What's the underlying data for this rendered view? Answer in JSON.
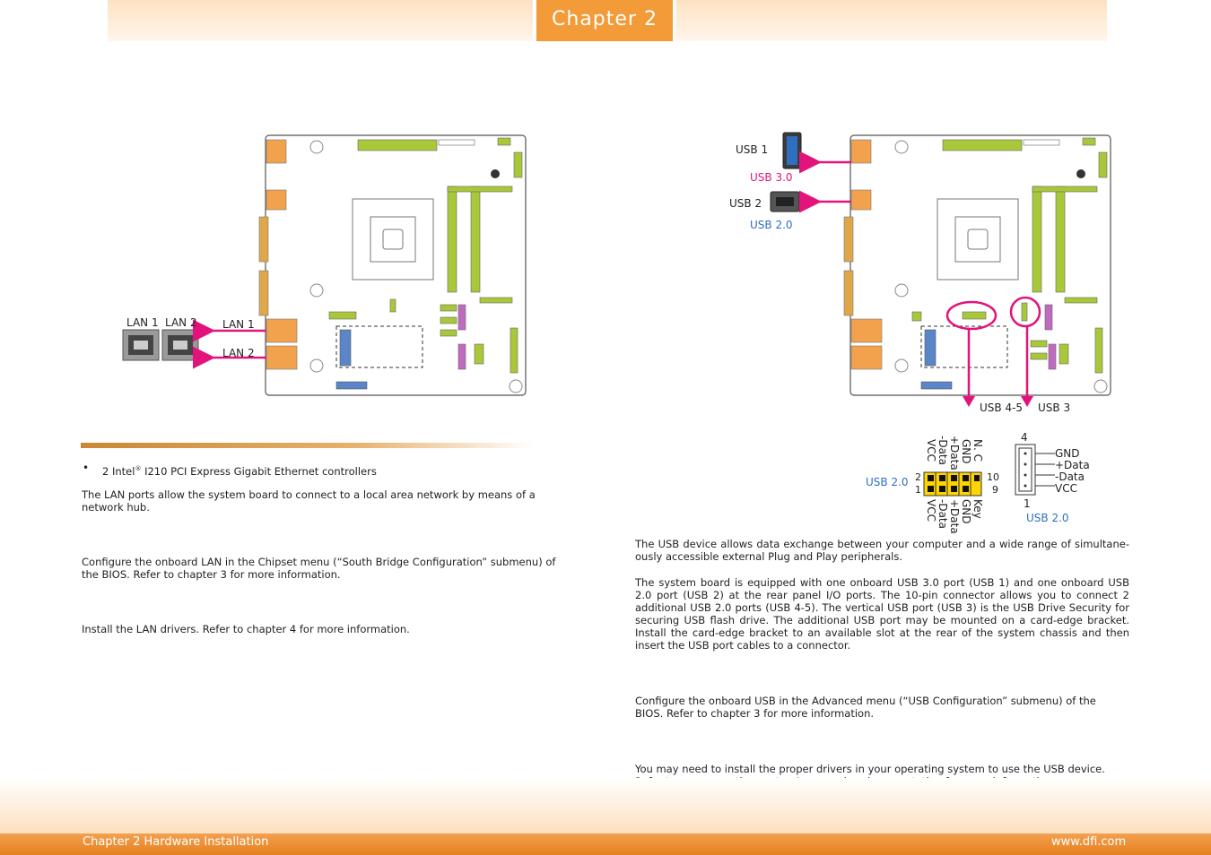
{
  "header": {
    "chapter_tab": "Chapter 2"
  },
  "left": {
    "connector_labels": {
      "lan1_port": "LAN 1",
      "lan2_port": "LAN 2",
      "lan1_arrow": "LAN 1",
      "lan2_arrow": "LAN 2"
    },
    "bullet": {
      "prefix": "2 Intel",
      "reg": "®",
      "suffix": " I210 PCI Express Gigabit Ethernet controllers"
    },
    "paragraphs": [
      "The LAN ports allow the system board to connect to a local area network by means of a network hub.",
      "Configure the onboard LAN in the Chipset menu (“South Bridge Configuration” submenu) of the BIOS. Refer to chapter 3 for more information.",
      "Install the LAN drivers. Refer to chapter 4 for more information."
    ]
  },
  "right": {
    "usb_labels": {
      "usb1": "USB 1",
      "usb1_type": "USB 3.0",
      "usb2": "USB 2",
      "usb2_type": "USB 2.0",
      "usb45": "USB 4-5",
      "usb3": "USB 3"
    },
    "header_10pin": {
      "type_label": "USB 2.0",
      "pin_2": "2",
      "pin_1": "1",
      "pin_10": "10",
      "pin_9": "9",
      "top_pins": [
        "N. C",
        "GND",
        "+Data",
        "-Data",
        "VCC"
      ],
      "bottom_pins": [
        "Key",
        "GND",
        "+Data",
        "-Data",
        "VCC"
      ]
    },
    "vertical_usb": {
      "type_label": "USB 2.0",
      "pin_4": "4",
      "pin_1": "1",
      "pins": [
        "GND",
        "+Data",
        "-Data",
        "VCC"
      ]
    },
    "paragraphs": [
      "The USB device allows data exchange between your computer and a wide range of simultane-ously accessible external Plug and Play peripherals.",
      "The system board is equipped with one onboard USB 3.0 port (USB 1) and one onboard USB 2.0 port (USB 2) at the rear panel I/O ports. The 10-pin connector allows you to connect 2 additional USB 2.0 ports (USB 4-5). The vertical USB port (USB 3) is the USB Drive Security for securing USB flash drive. The additional USB port may be mounted on a card-edge bracket. Install the card-edge bracket to an available slot at the rear of the system chassis and then insert the USB port cables to a connector.",
      "Configure the onboard USB in the Advanced menu (“USB Configuration” submenu) of the BIOS. Refer to chapter 3 for more information.",
      "You may need to install the proper drivers in your operating system to use the USB device. Refer to your operating system’s manual or documentation for more information."
    ]
  },
  "footer": {
    "left": "Chapter 2 Hardware Installation",
    "right": "www.dfi.com"
  },
  "colors": {
    "accent": "#f29b38",
    "arrow": "#e2147c",
    "usb_blue": "#2f6fc0",
    "board_green": "#a8c83a"
  }
}
